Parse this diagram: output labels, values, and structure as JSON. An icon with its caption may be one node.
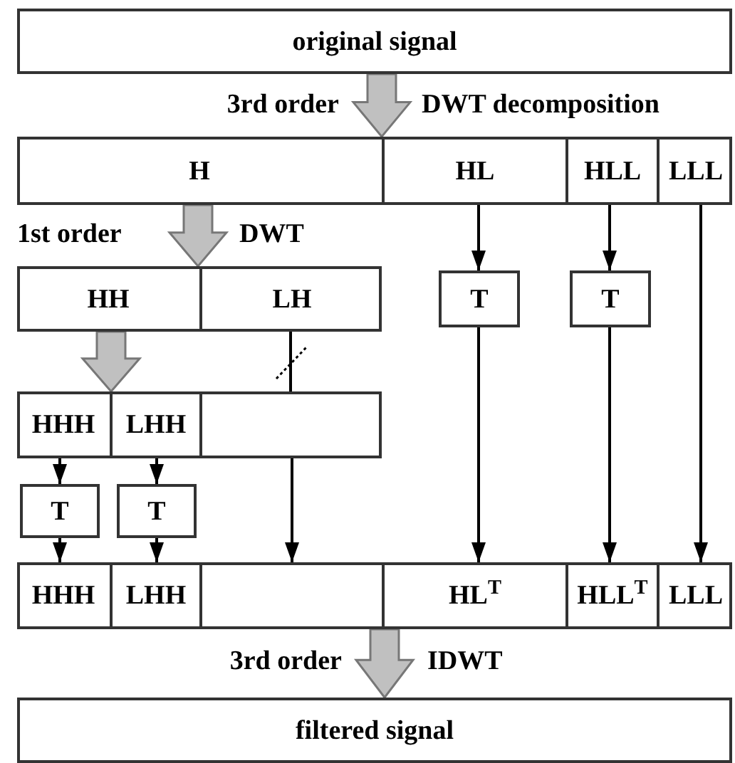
{
  "diagram": {
    "nodes": [
      {
        "text": [
          "original signal"
        ]
      },
      {
        "text": [],
        "shape": "box"
      },
      {
        "text": [
          "H"
        ],
        "in": 1
      },
      {
        "text": [
          "HL"
        ],
        "in": 1
      },
      {
        "text": [
          "HLL"
        ],
        "in": 1
      },
      {
        "text": [
          "LLL"
        ],
        "in": 1
      },
      {
        "text": [],
        "shape": "box"
      },
      {
        "text": [
          "HH"
        ],
        "in": 6
      },
      {
        "text": [
          "LH"
        ],
        "in": 6
      },
      {
        "text": [
          "T"
        ]
      },
      {
        "text": [
          "T"
        ]
      },
      {
        "text": [],
        "shape": "box"
      },
      {
        "text": [
          "HHH"
        ],
        "in": 11
      },
      {
        "text": [
          "LHH"
        ],
        "in": 11
      },
      {
        "text": [],
        "shape": "box",
        "in": 11
      },
      {
        "text": [
          "T"
        ]
      },
      {
        "text": [
          "T"
        ]
      },
      {
        "text": [],
        "shape": "box"
      },
      {
        "text": [
          "HHH"
        ],
        "in": 17
      },
      {
        "text": [
          "LHH"
        ],
        "in": 17
      },
      {
        "text": [],
        "shape": "box",
        "in": 17
      },
      {
        "text": [
          "HL$^{T}$"
        ],
        "in": 17
      },
      {
        "text": [
          "HLL$^{T}$"
        ],
        "in": 17
      },
      {
        "text": [
          "LLL"
        ],
        "in": 17
      },
      {
        "text": [
          "filtered signal"
        ]
      }
    ],
    "edges": [
      {
        "from": 0,
        "to": 1,
        "arrow": "to",
        "style": "thick",
        "color": "#c0c0c0"
      },
      {
        "from": 2,
        "to": 6,
        "arrow": "to",
        "style": "thick",
        "color": "#c0c0c0"
      },
      {
        "from": 3,
        "to": 9,
        "arrow": "to"
      },
      {
        "from": 4,
        "to": 10,
        "arrow": "to"
      },
      {
        "from": 7,
        "to": 11,
        "arrow": "to",
        "style": "thick",
        "color": "#c0c0c0"
      },
      {
        "from": 8,
        "to": 14,
        "arrow": "none"
      },
      {
        "from": 12,
        "to": 15,
        "arrow": "to"
      },
      {
        "from": 13,
        "to": 16,
        "arrow": "to"
      },
      {
        "from": 15,
        "to": 18,
        "arrow": "to"
      },
      {
        "from": 16,
        "to": 19,
        "arrow": "to"
      },
      {
        "from": 14,
        "to": 20,
        "arrow": "to"
      },
      {
        "from": 9,
        "to": 21,
        "arrow": "to"
      },
      {
        "from": 10,
        "to": 22,
        "arrow": "to"
      },
      {
        "from": 5,
        "to": 23,
        "arrow": "to"
      },
      {
        "from": 17,
        "to": 24,
        "arrow": "to",
        "style": "thick",
        "color": "#c0c0c0"
      }
    ],
    "labels": [
      "3rd order",
      "DWT decomposition",
      "1st order",
      "DWT",
      "3rd order",
      "IDWT"
    ]
  }
}
